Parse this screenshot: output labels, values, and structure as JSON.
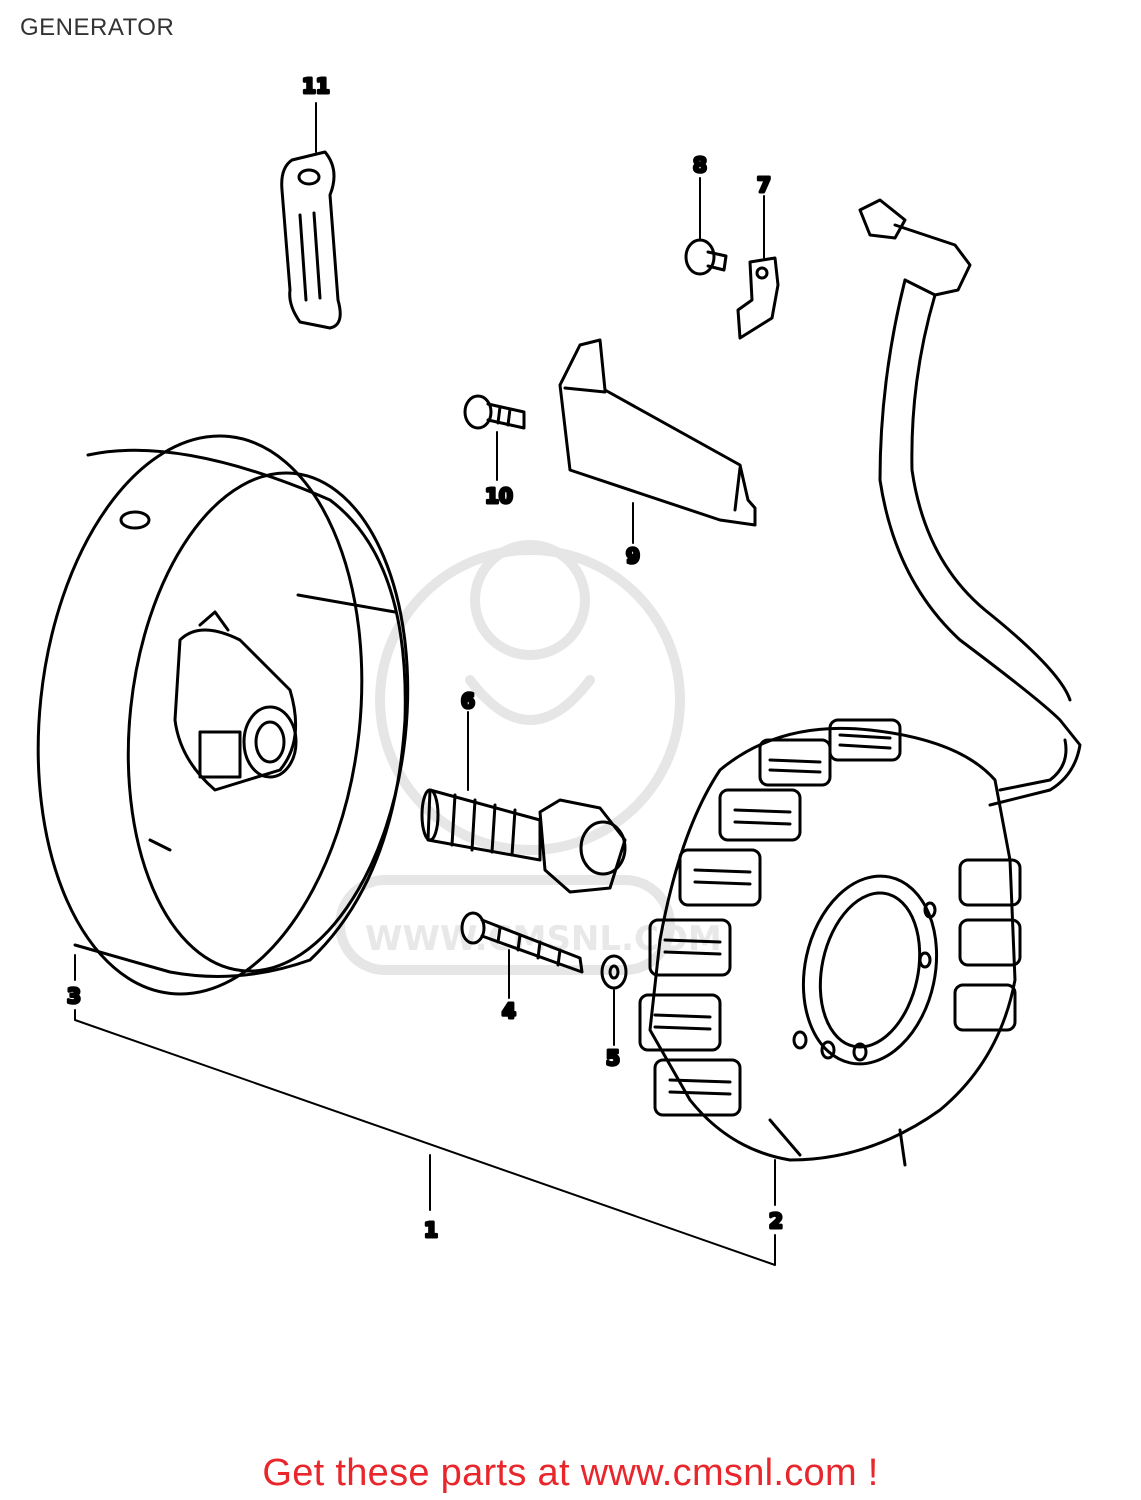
{
  "page": {
    "title": "GENERATOR"
  },
  "callouts": {
    "c1": "1",
    "c2": "2",
    "c3": "3",
    "c4": "4",
    "c5": "5",
    "c6": "6",
    "c7": "7",
    "c8": "8",
    "c9": "9",
    "c10": "10",
    "c11": "11"
  },
  "watermark": {
    "text": "WWW.CMSNL.COM"
  },
  "footer": {
    "link_text": "Get these parts at www.cmsnl.com !"
  },
  "colors": {
    "line": "#000000",
    "title": "#333333",
    "footer": "#e8262b",
    "watermark": "#e6e6e6"
  }
}
